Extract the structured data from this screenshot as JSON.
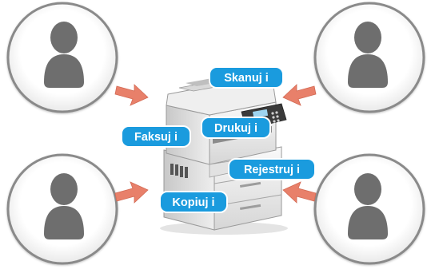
{
  "diagram": {
    "users": [
      {
        "role": "user",
        "icon": "person-icon"
      },
      {
        "role": "user",
        "icon": "person-icon"
      },
      {
        "role": "user",
        "icon": "person-icon"
      },
      {
        "role": "user",
        "icon": "person-icon"
      }
    ],
    "center": {
      "icon": "multifunction-printer-icon"
    },
    "labels": {
      "scan": "Skanuj i",
      "print": "Drukuj i",
      "fax": "Faksuj i",
      "register": "Rejestruj i",
      "copy": "Kopiuj i"
    },
    "colors": {
      "avatar": "#6e6e6e",
      "arrow": "#e8806a",
      "label_bg": "#1a9bde",
      "label_text": "#ffffff"
    }
  }
}
